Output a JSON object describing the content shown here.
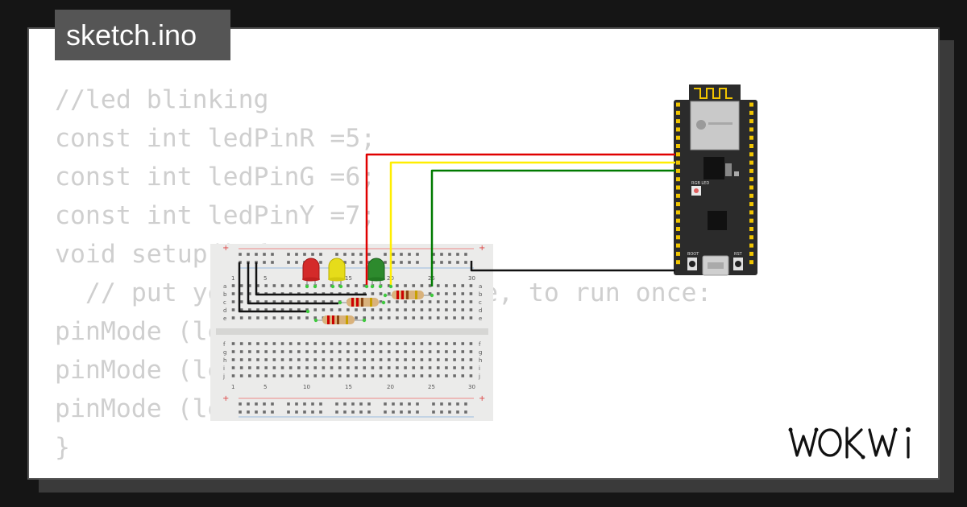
{
  "tab": {
    "filename": "sketch.ino"
  },
  "code_lines": [
    "//led blinking",
    "const int ledPinR =5;",
    "const int ledPinG =6;",
    "const int ledPinY =7;",
    "void setup() {",
    "  // put your setup code here, to run once:",
    "pinMode (ledPinR, OUTPUT);",
    "pinMode (ledPinG, OUTPUT);",
    "pinMode (ledPinY, OUTPUT);",
    "}"
  ],
  "breadboard": {
    "column_numbers": [
      "1",
      "5",
      "10",
      "15",
      "20",
      "25",
      "30"
    ],
    "rows_top": [
      "a",
      "b",
      "c",
      "d",
      "e"
    ],
    "rows_bottom": [
      "f",
      "g",
      "h",
      "i",
      "j"
    ]
  },
  "board": {
    "buttons": [
      "BOOT",
      "RST"
    ],
    "led_label": "RGB LED"
  },
  "components": {
    "leds": [
      "red",
      "yellow",
      "green"
    ],
    "wire_colors": {
      "red": "#e00000",
      "yellow": "#ffee00",
      "green": "#007a00",
      "black": "#111111"
    }
  },
  "brand": {
    "logo": "WOKWI"
  }
}
